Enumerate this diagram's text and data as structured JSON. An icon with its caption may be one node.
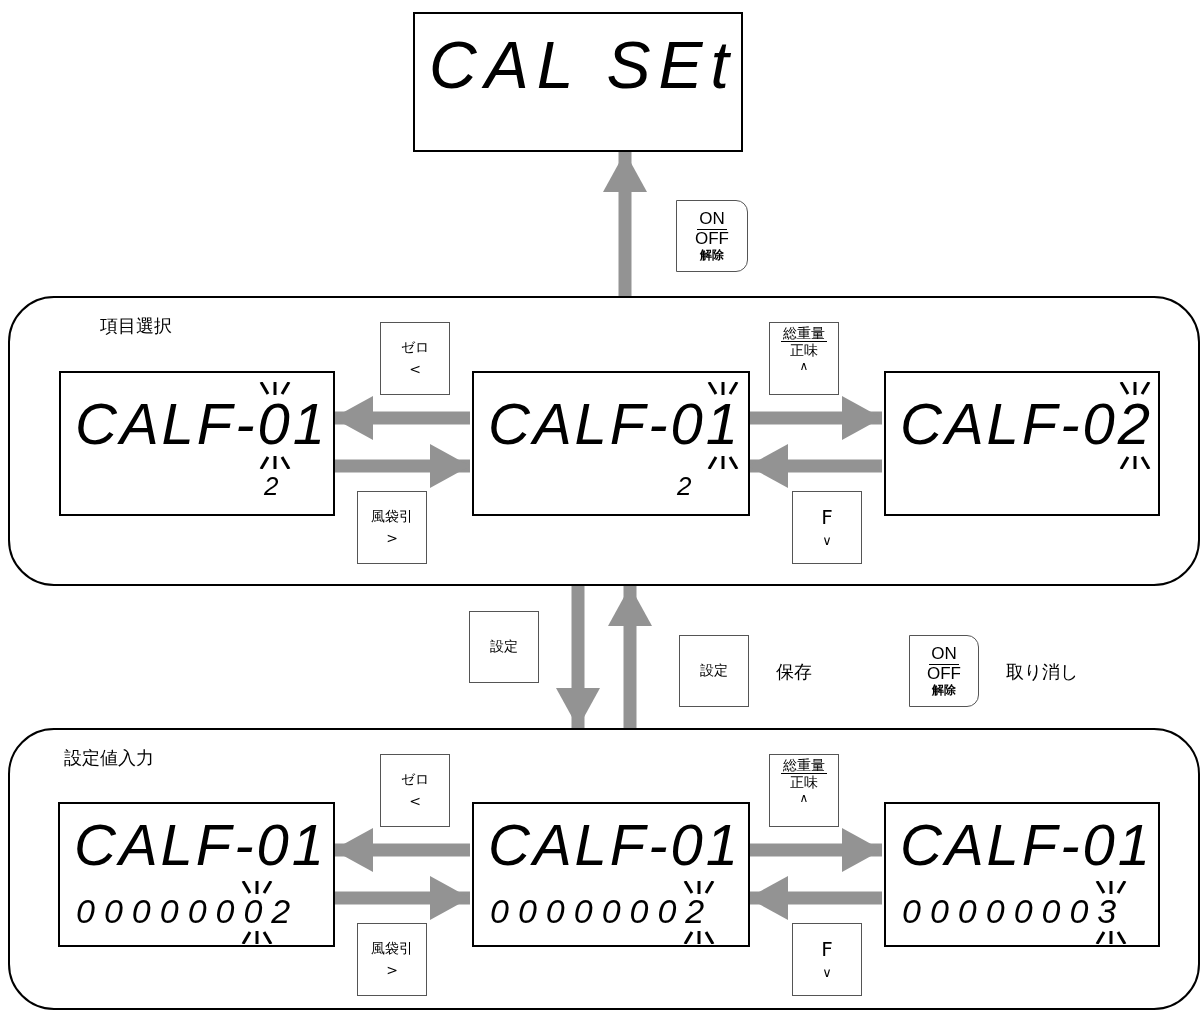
{
  "diagram": {
    "nodes": [
      {
        "text": [
          "CAL SEt"
        ]
      },
      {
        "text": [
          "ON",
          "OFF",
          "解除"
        ]
      },
      {
        "text": [
          "項目選択"
        ]
      },
      {
        "text": [
          "ゼロ",
          "<"
        ],
        "in": 2
      },
      {
        "text": [
          "CALF-01",
          "2"
        ],
        "in": 2
      },
      {
        "text": [
          "CALF-01",
          "2"
        ],
        "in": 2
      },
      {
        "text": [
          "総重量",
          "正味",
          "∧"
        ],
        "in": 2
      },
      {
        "text": [
          "CALF-02"
        ],
        "in": 2
      },
      {
        "text": [
          "風袋引",
          ">"
        ],
        "in": 2
      },
      {
        "text": [
          "F",
          "∨"
        ],
        "in": 2
      },
      {
        "text": [
          "設定"
        ]
      },
      {
        "text": [
          "設定"
        ],
        "beside": [
          "保存"
        ]
      },
      {
        "text": [
          "ON",
          "OFF",
          "解除"
        ],
        "beside": [
          "取り消し"
        ]
      },
      {
        "text": [
          "設定値入力"
        ]
      },
      {
        "text": [
          "ゼロ",
          "<"
        ],
        "in": 13
      },
      {
        "text": [
          "CALF-01",
          "00000002"
        ],
        "in": 13
      },
      {
        "text": [
          "CALF-01",
          "00000002"
        ],
        "in": 13
      },
      {
        "text": [
          "総重量",
          "正味",
          "∧"
        ],
        "in": 13
      },
      {
        "text": [
          "CALF-01",
          "00000003"
        ],
        "in": 13
      },
      {
        "text": [
          "風袋引",
          ">"
        ],
        "in": 13
      },
      {
        "text": [
          "F",
          "∨"
        ],
        "in": 13
      }
    ],
    "edges": [
      {
        "from": 2,
        "to": 0,
        "arrow": "to"
      },
      {
        "from": 5,
        "to": 4,
        "arrow": "to"
      },
      {
        "from": 4,
        "to": 5,
        "arrow": "to"
      },
      {
        "from": 5,
        "to": 7,
        "arrow": "to"
      },
      {
        "from": 7,
        "to": 5,
        "arrow": "to"
      },
      {
        "from": 2,
        "to": 13,
        "arrow": "to"
      },
      {
        "from": 13,
        "to": 2,
        "arrow": "to"
      },
      {
        "from": 16,
        "to": 15,
        "arrow": "to"
      },
      {
        "from": 15,
        "to": 16,
        "arrow": "to"
      },
      {
        "from": 16,
        "to": 18,
        "arrow": "to"
      },
      {
        "from": 18,
        "to": 16,
        "arrow": "to"
      }
    ]
  }
}
